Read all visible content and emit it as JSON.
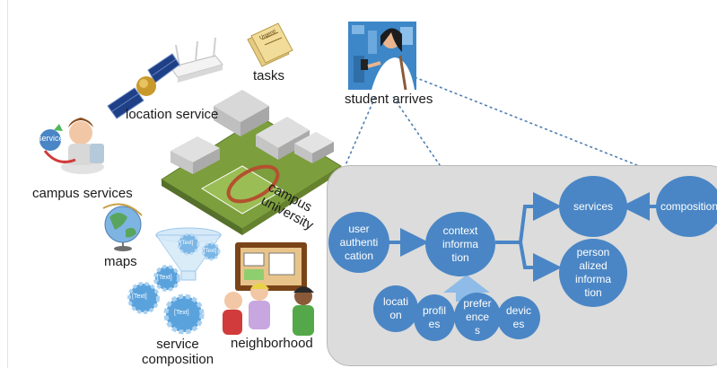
{
  "left_labels": {
    "tasks": "tasks",
    "location_service": "location service",
    "campus_services": "campus services",
    "services_badge": "services",
    "maps": "maps",
    "campus_university": "campus\nuniversity",
    "service_composition": "service\ncomposition",
    "neighborhood": "neighborhood",
    "student_arrives": "student arrives"
  },
  "gear_labels": [
    "[Text]",
    "[Text]",
    "[Text]",
    "[Text]",
    "[Text]"
  ],
  "task_note_text": "Urgent!",
  "flow_nodes": {
    "user_authentication": "user\nauthenti\ncation",
    "context_information": "context\ninforma\ntion",
    "services": "services",
    "composition": "composition",
    "personalized_information": "person\nalized\ninforma\ntion",
    "location": "locati\non",
    "profiles": "profil\nes",
    "preferences": "prefer\nence\ns",
    "devices": "devic\nes"
  },
  "colors": {
    "node_blue": "#4a86c5",
    "panel_gray": "#dcdcdc",
    "arrow_blue": "#4a86c5",
    "dashed_link": "#4f7fb3"
  }
}
